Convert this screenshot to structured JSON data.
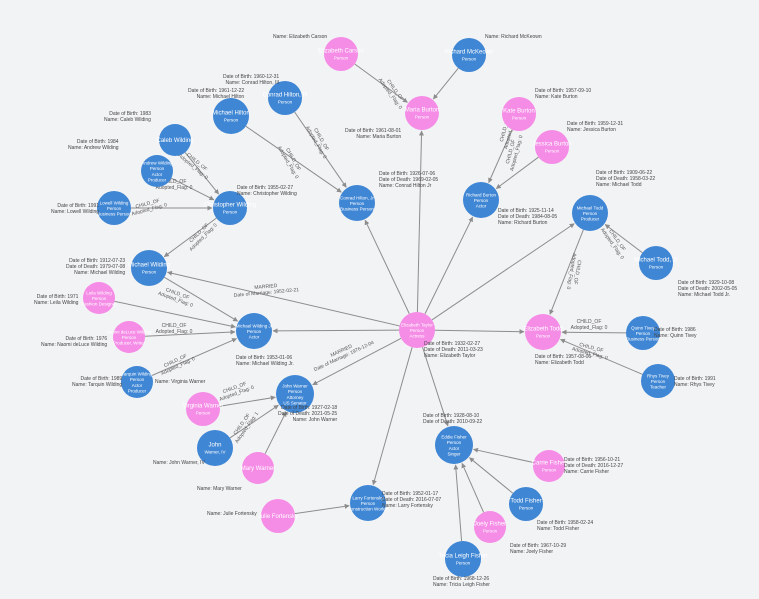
{
  "colors": {
    "female": "#f58ce6",
    "male": "#3f86d4",
    "edge": "#8d8d8d"
  },
  "nodes": [
    {
      "id": "E",
      "lines": [
        "Elizabeth Taylor",
        "Person",
        "Actress"
      ],
      "sex": "f",
      "r": 18
    },
    {
      "id": "EC",
      "lines": [
        "Elizabeth Carson",
        "Person"
      ],
      "sex": "f",
      "r": 17
    },
    {
      "id": "RMK",
      "lines": [
        "Richard McKeown",
        "Person"
      ],
      "sex": "m",
      "r": 17
    },
    {
      "id": "MB",
      "lines": [
        "Maria Burton",
        "Person"
      ],
      "sex": "f",
      "r": 17
    },
    {
      "id": "KB",
      "lines": [
        "Kate Burton",
        "Person"
      ],
      "sex": "f",
      "r": 17
    },
    {
      "id": "JB",
      "lines": [
        "Jessica Burton",
        "Person"
      ],
      "sex": "f",
      "r": 17
    },
    {
      "id": "RB",
      "lines": [
        "Richard Burton",
        "Person",
        "Actor"
      ],
      "sex": "m",
      "r": 18
    },
    {
      "id": "MH",
      "lines": [
        "Michael Hilton",
        "Person"
      ],
      "sex": "m",
      "r": 18
    },
    {
      "id": "CH",
      "lines": [
        "Conrad Hilton, III",
        "Person"
      ],
      "sex": "m",
      "r": 17
    },
    {
      "id": "CHJ",
      "lines": [
        "Conrad Hilton, Jr",
        "Person",
        "Business Person"
      ],
      "sex": "m",
      "r": 18
    },
    {
      "id": "CW",
      "lines": [
        "Caleb Wilding"
      ],
      "sex": "m",
      "r": 16
    },
    {
      "id": "AW",
      "lines": [
        "Andrew Wilding",
        "Person",
        "Actor",
        "Producer"
      ],
      "sex": "m",
      "r": 16
    },
    {
      "id": "CRW",
      "lines": [
        "Christopher Wilding",
        "Person"
      ],
      "sex": "m",
      "r": 17
    },
    {
      "id": "LW",
      "lines": [
        "Lowell Wilding",
        "Person",
        "Business Person"
      ],
      "sex": "m",
      "r": 17
    },
    {
      "id": "MT",
      "lines": [
        "Michael Todd",
        "Person",
        "Producer"
      ],
      "sex": "m",
      "r": 18
    },
    {
      "id": "MTJ",
      "lines": [
        "Michael Todd, Jr",
        "Person"
      ],
      "sex": "m",
      "r": 17
    },
    {
      "id": "MW",
      "lines": [
        "Michael Wilding",
        "Person"
      ],
      "sex": "m",
      "r": 18
    },
    {
      "id": "LsW",
      "lines": [
        "Leila Wilding",
        "Person",
        "Fashion Designer"
      ],
      "sex": "f",
      "r": 16
    },
    {
      "id": "MWJ",
      "lines": [
        "Michael Wilding Jr",
        "Person",
        "Actor"
      ],
      "sex": "m",
      "r": 18
    },
    {
      "id": "ET",
      "lines": [
        "Elizabeth Todd",
        "Person"
      ],
      "sex": "f",
      "r": 18
    },
    {
      "id": "QT",
      "lines": [
        "Quinn Tivey",
        "Person",
        "Business Person"
      ],
      "sex": "m",
      "r": 17
    },
    {
      "id": "RT",
      "lines": [
        "Rhys Tivey",
        "Person",
        "Teacher"
      ],
      "sex": "m",
      "r": 17
    },
    {
      "id": "NW",
      "lines": [
        "Naomi deLuce Wilding",
        "Person",
        "Producer, Writer"
      ],
      "sex": "f",
      "r": 16
    },
    {
      "id": "TW",
      "lines": [
        "Tarquin Wilding",
        "Person",
        "Actor",
        "Producer"
      ],
      "sex": "m",
      "r": 16
    },
    {
      "id": "JW",
      "lines": [
        "John Warner",
        "Person",
        "Attorney",
        "US Senator"
      ],
      "sex": "m",
      "r": 19
    },
    {
      "id": "VW",
      "lines": [
        "Virginia Warner",
        "Person"
      ],
      "sex": "f",
      "r": 17
    },
    {
      "id": "JWIV",
      "lines": [
        "John",
        "Warner, IV"
      ],
      "sex": "m",
      "r": 18
    },
    {
      "id": "MyW",
      "lines": [
        "Mary Warner"
      ],
      "sex": "f",
      "r": 16
    },
    {
      "id": "EF",
      "lines": [
        "Eddie Fisher",
        "Person",
        "Actor",
        "Singer"
      ],
      "sex": "m",
      "r": 19
    },
    {
      "id": "CF",
      "lines": [
        "Carrie Fisher",
        "Person"
      ],
      "sex": "f",
      "r": 16
    },
    {
      "id": "TF",
      "lines": [
        "Todd Fisher",
        "Person"
      ],
      "sex": "m",
      "r": 17
    },
    {
      "id": "JF",
      "lines": [
        "Joely Fisher",
        "Person"
      ],
      "sex": "f",
      "r": 16
    },
    {
      "id": "TLF",
      "lines": [
        "Tricia Leigh Fisher",
        "Person"
      ],
      "sex": "m",
      "r": 18
    },
    {
      "id": "LF",
      "lines": [
        "Larry Fortensky",
        "Person",
        "Construction Worker"
      ],
      "sex": "m",
      "r": 18
    },
    {
      "id": "JuF",
      "lines": [
        "Julie Fortensky"
      ],
      "sex": "f",
      "r": 17
    }
  ],
  "edges": [
    {
      "s": "E",
      "t": "MB",
      "label": "MARRIED"
    },
    {
      "s": "E",
      "t": "RB",
      "label": "MARRIED"
    },
    {
      "s": "E",
      "t": "CHJ",
      "label": "MARRIED"
    },
    {
      "s": "E",
      "t": "MT",
      "label": "MARRIED"
    },
    {
      "s": "E",
      "t": "MW",
      "label": "MARRIED"
    },
    {
      "s": "E",
      "t": "MWJ",
      "label": "CHILD_OF"
    },
    {
      "s": "E",
      "t": "ET",
      "label": "CHILD_OF"
    },
    {
      "s": "E",
      "t": "JW",
      "label": "MARRIED"
    },
    {
      "s": "E",
      "t": "EF",
      "label": "MARRIED"
    },
    {
      "s": "E",
      "t": "LF",
      "label": "MARRIED"
    },
    {
      "s": "EC",
      "t": "MB",
      "label": "CHILD_OF"
    },
    {
      "s": "RMK",
      "t": "MB",
      "label": "CHILD_OF"
    },
    {
      "s": "KB",
      "t": "RB",
      "label": "CHILD_OF"
    },
    {
      "s": "JB",
      "t": "RB",
      "label": "CHILD_OF"
    },
    {
      "s": "MH",
      "t": "CHJ",
      "label": "CHILD_OF"
    },
    {
      "s": "CH",
      "t": "CHJ",
      "label": "CHILD_OF"
    },
    {
      "s": "CW",
      "t": "CRW",
      "label": "CHILD_OF"
    },
    {
      "s": "AW",
      "t": "CRW",
      "label": "CHILD_OF"
    },
    {
      "s": "LW",
      "t": "CRW",
      "label": "CHILD_OF"
    },
    {
      "s": "CRW",
      "t": "MW",
      "label": "CHILD_OF"
    },
    {
      "s": "MTJ",
      "t": "MT",
      "label": "CHILD_OF"
    },
    {
      "s": "MT",
      "t": "ET",
      "label": "CHILD_OF"
    },
    {
      "s": "LsW",
      "t": "MWJ",
      "label": "CHILD_OF"
    },
    {
      "s": "NW",
      "t": "MWJ",
      "label": "CHILD_OF"
    },
    {
      "s": "TW",
      "t": "MWJ",
      "label": "CHILD_OF"
    },
    {
      "s": "MW",
      "t": "MWJ",
      "label": "CHILD_OF"
    },
    {
      "s": "QT",
      "t": "ET",
      "label": "CHILD_OF"
    },
    {
      "s": "RT",
      "t": "ET",
      "label": "CHILD_OF"
    },
    {
      "s": "VW",
      "t": "JW",
      "label": "CHILD_OF"
    },
    {
      "s": "JWIV",
      "t": "JW",
      "label": "CHILD_OF"
    },
    {
      "s": "MyW",
      "t": "JW",
      "label": "CHILD_OF"
    },
    {
      "s": "CF",
      "t": "EF",
      "label": "CHILD_OF"
    },
    {
      "s": "TF",
      "t": "EF",
      "label": "CHILD_OF"
    },
    {
      "s": "JF",
      "t": "EF",
      "label": "CHILD_OF"
    },
    {
      "s": "TLF",
      "t": "EF",
      "label": "CHILD_OF"
    },
    {
      "s": "JuF",
      "t": "LF",
      "label": "CHILD_OF"
    }
  ],
  "edge_labels": [
    {
      "text": "CHILD_OF",
      "sub": "Adopted_Flag: 0"
    },
    {
      "text": "CHILD_OF",
      "sub": "Adopted_Flag: 0"
    },
    {
      "text": "CHILD_OF",
      "sub": "Adopted_Flag: 0"
    },
    {
      "text": "CHILD_OF",
      "sub": "Adopted_Flag: 0"
    },
    {
      "text": "CHILD_OF",
      "sub": "Adopted_Flag: 0"
    },
    {
      "text": "CHILD_OF",
      "sub": "Adopted_Flag: 0"
    },
    {
      "text": "CHILD_OF",
      "sub": "Adopted_Flag: 0"
    },
    {
      "text": "CHILD_OF",
      "sub": "Adopted_Flag: 0"
    },
    {
      "text": "CHILD_OF",
      "sub": "Adopted_Flag: 0"
    },
    {
      "text": "CHILD_OF",
      "sub": "Adopted_Flag: 0"
    },
    {
      "text": "CHILD_OF",
      "sub": "Adopted_Flag: 0"
    },
    {
      "text": "CHILD_OF",
      "sub": "Adopted_Flag: 0"
    },
    {
      "text": "CHILD_OF",
      "sub": "Adopted_Flag: 0"
    },
    {
      "text": "CHILD_OF",
      "sub": "Adopted_Flag: 0"
    },
    {
      "text": "CHILD_OF",
      "sub": "Adopted_Flag: 0"
    },
    {
      "text": "CHILD_OF",
      "sub": "Adopted_Flag: 0"
    },
    {
      "text": "CHILD_OF",
      "sub": "Adopted_Flag: 0"
    },
    {
      "text": "CHILD_OF",
      "sub": "Adopted_Flag: 1"
    },
    {
      "text": "MARRIED",
      "sub": "Date of Marriage: 1952-02-21"
    },
    {
      "text": "MARRIED",
      "sub": "Date of Marriage: 1976-12-04"
    }
  ],
  "captions": [
    {
      "id": "EC",
      "lines": [
        "Name: Elizabeth Carson"
      ]
    },
    {
      "id": "RMK",
      "lines": [
        "Name: Richard McKeown"
      ]
    },
    {
      "id": "MH",
      "lines": [
        "Date of Birth: 1960-12-31",
        "Name: Conrad Hilton, III"
      ]
    },
    {
      "id": "CH",
      "lines": [
        "Date of Birth: 1961-12-22",
        "Name: Michael Hilton"
      ]
    },
    {
      "id": "KB",
      "lines": [
        "Date of Birth: 1957-09-10",
        "Name: Kate Burton"
      ]
    },
    {
      "id": "JB",
      "lines": [
        "Date of Birth: 1959-12-31",
        "Name: Jessica Burton"
      ]
    },
    {
      "id": "MB",
      "lines": [
        "Date of Birth: 1961-08-01",
        "Name: Maria Burton"
      ]
    },
    {
      "id": "CW",
      "lines": [
        "Date of Birth: 1983",
        "Name: Caleb Wilding"
      ]
    },
    {
      "id": "AW",
      "lines": [
        "Date of Birth: 1984",
        "Name: Andrew Wilding"
      ]
    },
    {
      "id": "CRW",
      "lines": [
        "Date of Birth: 1955-02-27",
        "Name: Christopher Wilding"
      ]
    },
    {
      "id": "LW",
      "lines": [
        "Date of Birth: 1991",
        "Name: Lowell Wilding"
      ]
    },
    {
      "id": "CHJ",
      "lines": [
        "Date of Birth: 1926-07-06",
        "Date of Death: 1969-02-05",
        "Name: Conrad Hilton Jr"
      ]
    },
    {
      "id": "MT",
      "lines": [
        "Date of Birth: 1909-06-22",
        "Date of Death: 1958-03-22",
        "Name: Michael Todd"
      ]
    },
    {
      "id": "RB",
      "lines": [
        "Date of Birth: 1925-11-14",
        "Date of Death: 1984-08-05",
        "Name: Richard Burton"
      ]
    },
    {
      "id": "MW",
      "lines": [
        "Date of Birth: 1912-07-23",
        "Date of Death: 1979-07-08",
        "Name: Michael Wilding"
      ]
    },
    {
      "id": "MTJ",
      "lines": [
        "Date of Birth: 1929-10-08",
        "Date of Death: 2002-05-05",
        "Name: Michael Todd Jr."
      ]
    },
    {
      "id": "LsW",
      "lines": [
        "Date of Birth: 1971",
        "Name: Leila Wilding"
      ]
    },
    {
      "id": "NW",
      "lines": [
        "Date of Birth: 1976",
        "Name: Naomi deLuce Wilding"
      ]
    },
    {
      "id": "MWJ",
      "lines": [
        "Date of Birth: 1953-01-06",
        "Name: Michael Wilding Jr."
      ]
    },
    {
      "id": "E",
      "lines": [
        "Date of Birth: 1932-02-27",
        "Date of Death: 2011-03-23",
        "Name: Elizabeth Taylor"
      ]
    },
    {
      "id": "ET",
      "lines": [
        "Date of Birth: 1957-08-06",
        "Name: Elizabeth Todd"
      ]
    },
    {
      "id": "QT",
      "lines": [
        "Date of Birth: 1986",
        "Name: Quinn Tivey"
      ]
    },
    {
      "id": "RT",
      "lines": [
        "Date of Birth: 1991",
        "Name: Rhys Tivey"
      ]
    },
    {
      "id": "TW",
      "lines": [
        "Date of Birth: 1989",
        "Name: Tarquin Wilding"
      ]
    },
    {
      "id": "VW",
      "lines": [
        "Name: Virginia Warner"
      ]
    },
    {
      "id": "JW",
      "lines": [
        "Date of Birth: 1927-02-18",
        "Date of Death: 2021-05-25",
        "Name: John Warner"
      ]
    },
    {
      "id": "JWIV",
      "lines": [
        "Name: John Warner, IV"
      ]
    },
    {
      "id": "MyW",
      "lines": [
        "Name: Mary Warner"
      ]
    },
    {
      "id": "EF",
      "lines": [
        "Date of Birth: 1928-08-10",
        "Date of Death: 2010-09-22"
      ]
    },
    {
      "id": "CF",
      "lines": [
        "Date of Birth: 1956-10-21",
        "Date of Death: 2016-12-27",
        "Name: Carrie Fisher"
      ]
    },
    {
      "id": "TF",
      "lines": [
        "Date of Birth: 1958-02-24",
        "Name: Todd Fisher"
      ]
    },
    {
      "id": "LF",
      "lines": [
        "Date of Birth: 1952-01-17",
        "Date of Death: 2016-07-07",
        "Name: Larry Fortensky"
      ]
    },
    {
      "id": "JF",
      "lines": [
        "Date of Birth: 1967-10-29",
        "Name: Joely Fisher"
      ]
    },
    {
      "id": "TLF",
      "lines": [
        "Date of Birth: 1968-12-26",
        "Name: Tricia Leigh Fisher"
      ]
    },
    {
      "id": "JuF",
      "lines": [
        "Name: Julie Fortensky"
      ]
    }
  ]
}
